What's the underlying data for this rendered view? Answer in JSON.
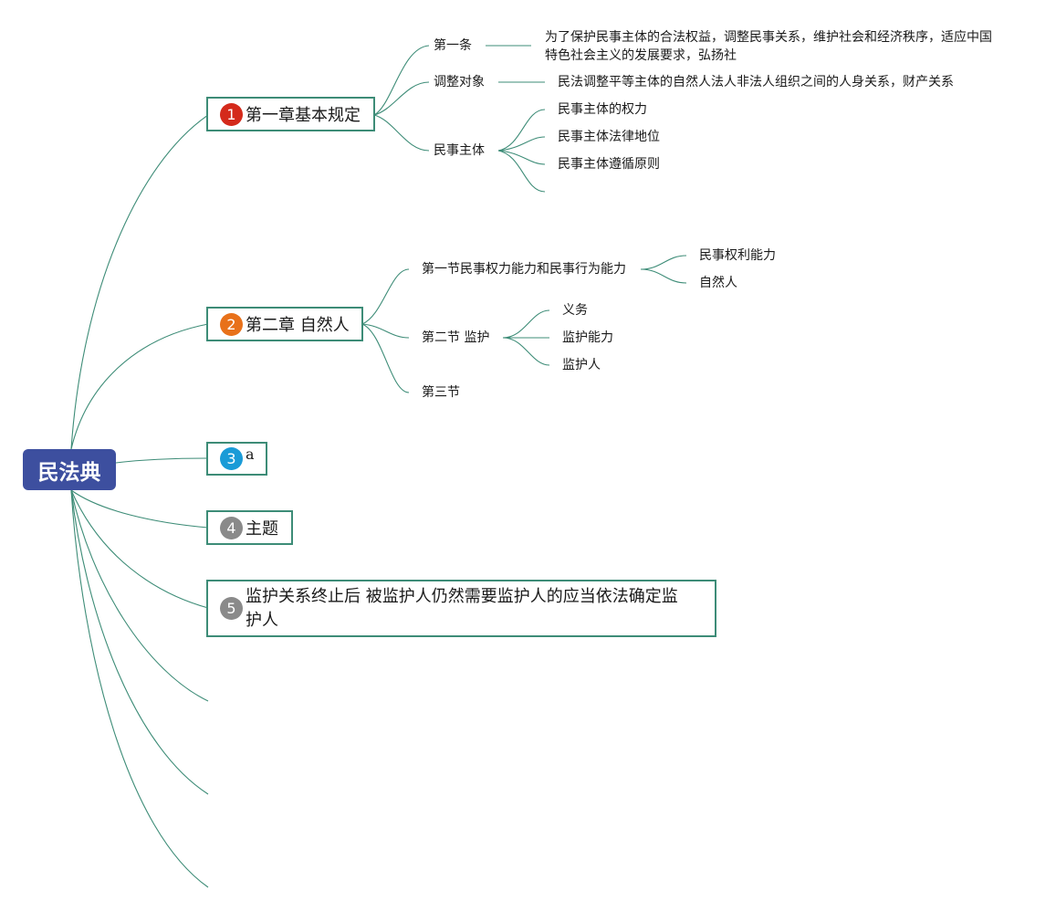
{
  "root": {
    "label": "民法典",
    "color": "#3d4f9f"
  },
  "line_color": "#3d8c77",
  "topics": [
    {
      "number": "1",
      "badge_color": "#d42a1b",
      "label": "第一章基本规定",
      "children": [
        {
          "label": "第一条",
          "children": [
            {
              "label": "为了保护民事主体的合法权益，调整民事关系，维护社会和经济秩序，适应中国特色社会主义的发展要求，弘扬社"
            }
          ]
        },
        {
          "label": "调整对象",
          "children": [
            {
              "label": "民法调整平等主体的自然人法人非法人组织之间的人身关系，财产关系"
            }
          ]
        },
        {
          "label": "民事主体",
          "children": [
            {
              "label": "民事主体的权力"
            },
            {
              "label": "民事主体法律地位"
            },
            {
              "label": "民事主体遵循原则"
            },
            {
              "label": ""
            }
          ]
        }
      ]
    },
    {
      "number": "2",
      "badge_color": "#e8711a",
      "label": "第二章 自然人",
      "children": [
        {
          "label": "第一节民事权力能力和民事行为能力",
          "children": [
            {
              "label": "民事权利能力"
            },
            {
              "label": "自然人"
            }
          ]
        },
        {
          "label": "第二节 监护",
          "children": [
            {
              "label": "义务"
            },
            {
              "label": "监护能力"
            },
            {
              "label": "监护人"
            }
          ]
        },
        {
          "label": "第三节",
          "children": []
        }
      ]
    },
    {
      "number": "3",
      "badge_color": "#1a9bd7",
      "label": "a",
      "children": []
    },
    {
      "number": "4",
      "badge_color": "#8a8a8a",
      "label": "主题",
      "children": []
    },
    {
      "number": "5",
      "badge_color": "#8a8a8a",
      "label": "监护关系终止后 被监护人仍然需要监护人的应当依法确定监护人",
      "children": []
    }
  ]
}
